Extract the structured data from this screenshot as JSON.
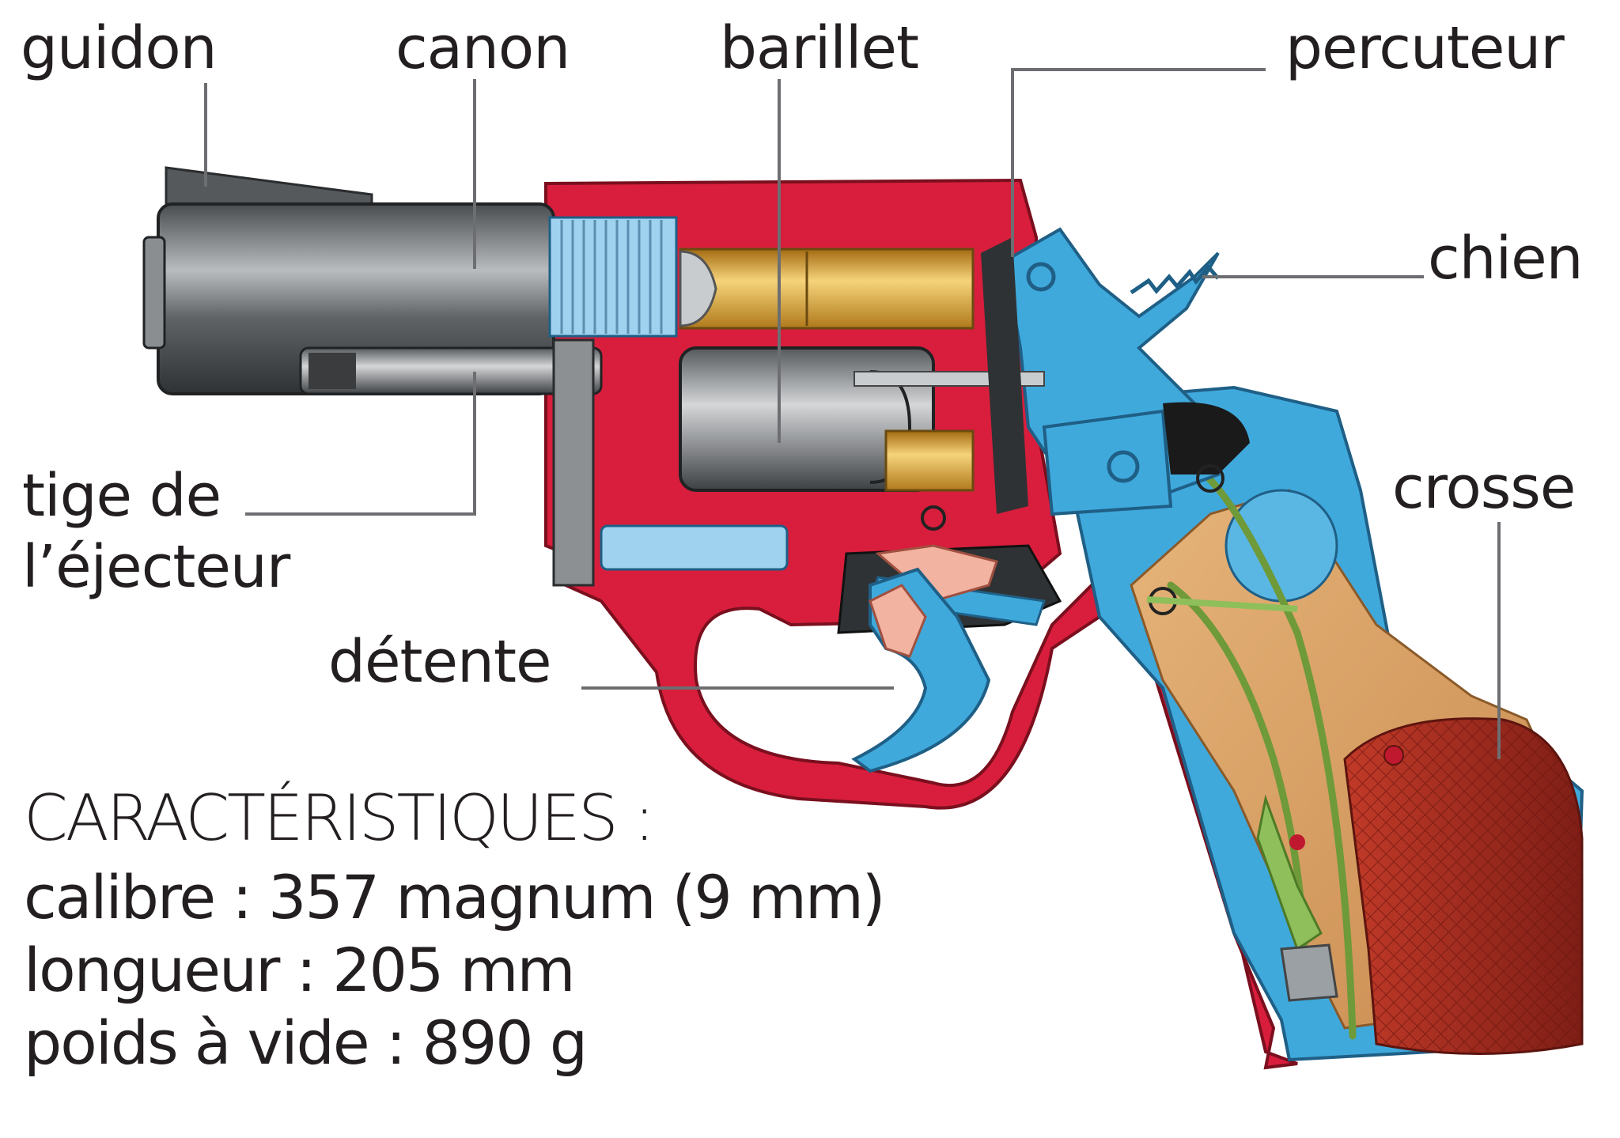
{
  "labels": {
    "guidon": "guidon",
    "canon": "canon",
    "barillet": "barillet",
    "percuteur": "percuteur",
    "chien": "chien",
    "tige_line1": "tige de",
    "tige_line2": "l’éjecteur",
    "crosse": "crosse",
    "detente": "détente"
  },
  "specs": {
    "title": "CARACTÉRISTIQUES :",
    "lines": [
      "calibre : 357 magnum (9 mm)",
      "longueur : 205 mm",
      "poids à vide : 890 g"
    ]
  },
  "colors": {
    "frame_red": "#d81e3c",
    "steel_blue": "#3fa9dc",
    "steel_grey": "#6b6f73",
    "brass": "#e2a93b",
    "wood": "#d9a46a",
    "grip_dark": "#9e2a20",
    "spring_green": "#8fbf5a",
    "leader_grey": "#6d6e71"
  }
}
